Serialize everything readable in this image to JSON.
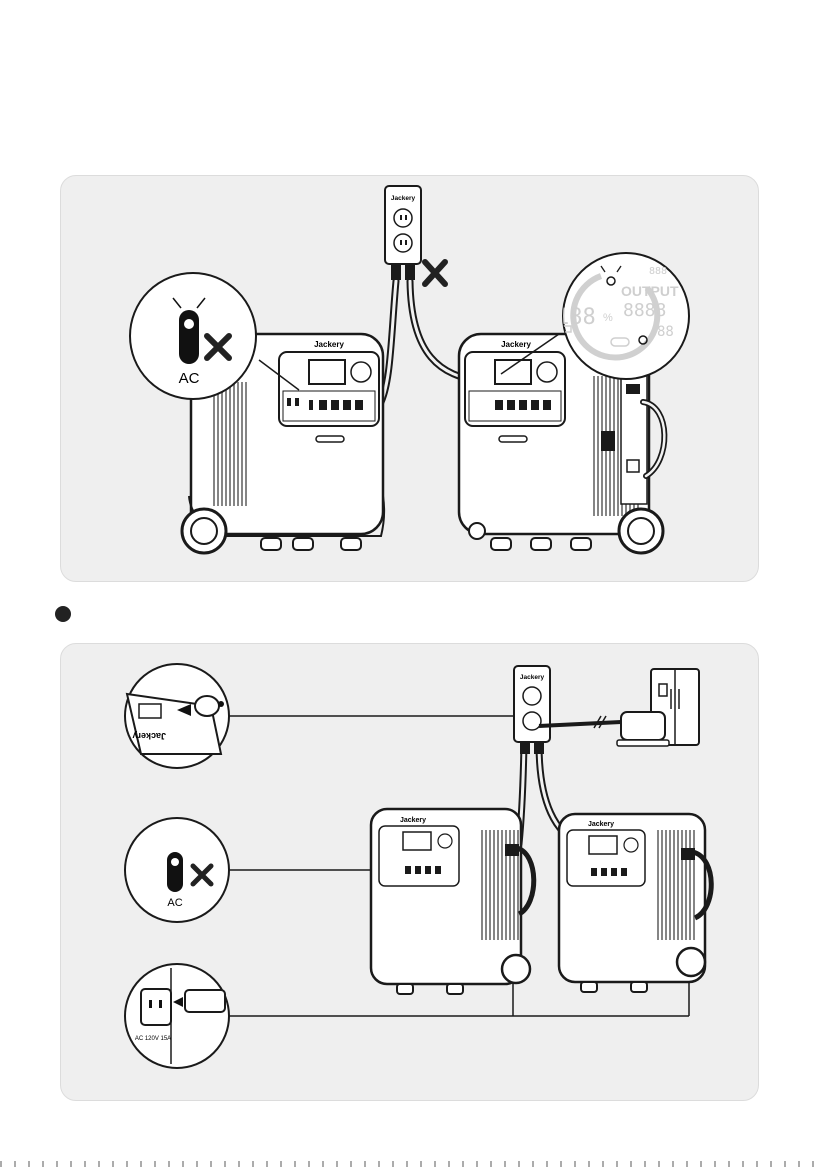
{
  "brand": "Jackery",
  "panel_top": {
    "ac_label": "AC",
    "display_percent": "188",
    "display_percent_unit": "%",
    "display_heading": "OUTPUT",
    "display_digits": "8888",
    "display_small_digits": "888",
    "display_sub_digits": "88"
  },
  "panel_bottom": {
    "ac_label": "AC",
    "inlet_label": "AC 120V 15A"
  },
  "colors": {
    "panel_bg": "#efefef",
    "line": "#1a1a1a",
    "x_mark": "#222222",
    "lcd_segment": "#cfcfcf",
    "unit_fill": "#ffffff"
  }
}
